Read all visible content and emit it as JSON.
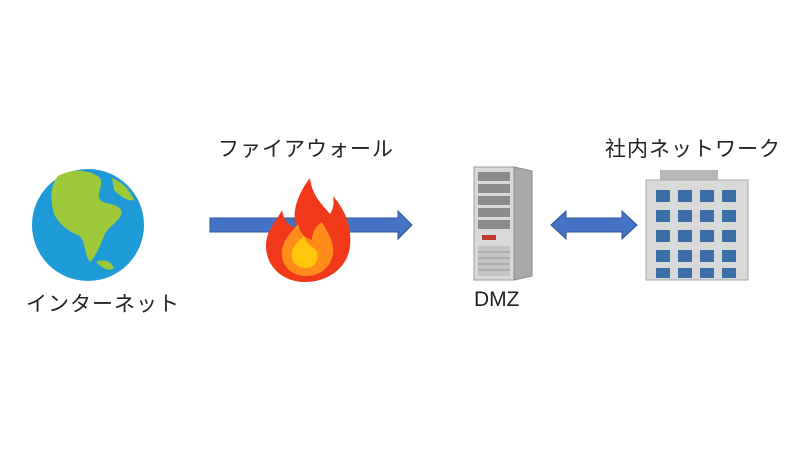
{
  "nodes": {
    "internet": {
      "label": "インターネット"
    },
    "firewall": {
      "label": "ファイアウォール"
    },
    "dmz": {
      "label": "DMZ"
    },
    "corporate_network": {
      "label": "社内ネットワーク"
    }
  },
  "colors": {
    "arrow_fill": "#4472c4",
    "arrow_stroke": "#2f5597",
    "ocean": "#1e9ad6",
    "land": "#9cc83a",
    "flame_outer": "#f0381a",
    "flame_inner": "#ffc60b",
    "server_body": "#d9d9d9",
    "building_window": "#3c6fa8"
  }
}
